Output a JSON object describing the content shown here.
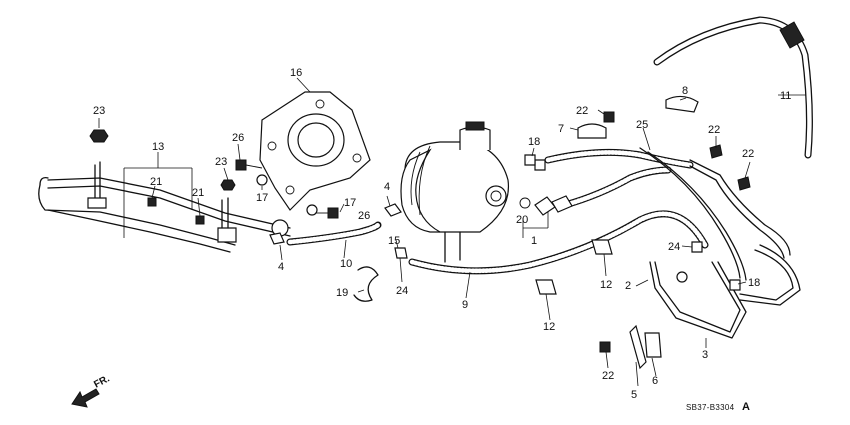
{
  "diagram_code": "SB37-B3304",
  "revision_letter": "A",
  "front_indicator": "FR.",
  "callouts": [
    "1",
    "2",
    "3",
    "4",
    "4",
    "5",
    "6",
    "7",
    "8",
    "9",
    "10",
    "11",
    "12",
    "12",
    "13",
    "15",
    "16",
    "17",
    "17",
    "18",
    "18",
    "19",
    "20",
    "21",
    "21",
    "22",
    "22",
    "22",
    "22",
    "23",
    "23",
    "24",
    "24",
    "25",
    "26",
    "26"
  ],
  "colors": {
    "line": "#111111",
    "background": "#ffffff"
  }
}
